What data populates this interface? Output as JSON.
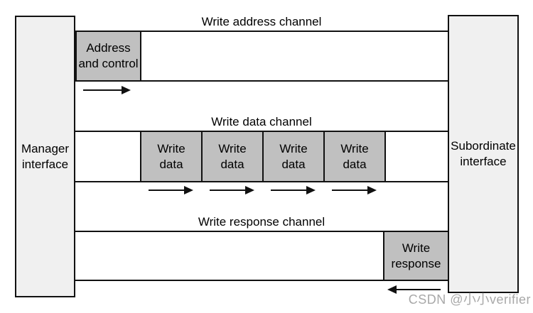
{
  "diagram": {
    "left_interface": {
      "line1": "Manager",
      "line2": "interface"
    },
    "right_interface": {
      "line1": "Subordinate",
      "line2": "interface"
    },
    "channels": [
      {
        "label": "Write address channel",
        "direction": "manager-to-subordinate",
        "boxes": [
          {
            "line1": "Address",
            "line2": "and control"
          }
        ]
      },
      {
        "label": "Write data channel",
        "direction": "manager-to-subordinate",
        "boxes": [
          {
            "line1": "Write",
            "line2": "data"
          },
          {
            "line1": "Write",
            "line2": "data"
          },
          {
            "line1": "Write",
            "line2": "data"
          },
          {
            "line1": "Write",
            "line2": "data"
          }
        ]
      },
      {
        "label": "Write response channel",
        "direction": "subordinate-to-manager",
        "boxes": [
          {
            "line1": "Write",
            "line2": "response"
          }
        ]
      }
    ],
    "watermark": "CSDN @小小verifier",
    "colors": {
      "interface_fill": "#f0f0f0",
      "block_fill": "#c0c0c0",
      "line": "#111111",
      "watermark": "#a8a8a8"
    }
  }
}
